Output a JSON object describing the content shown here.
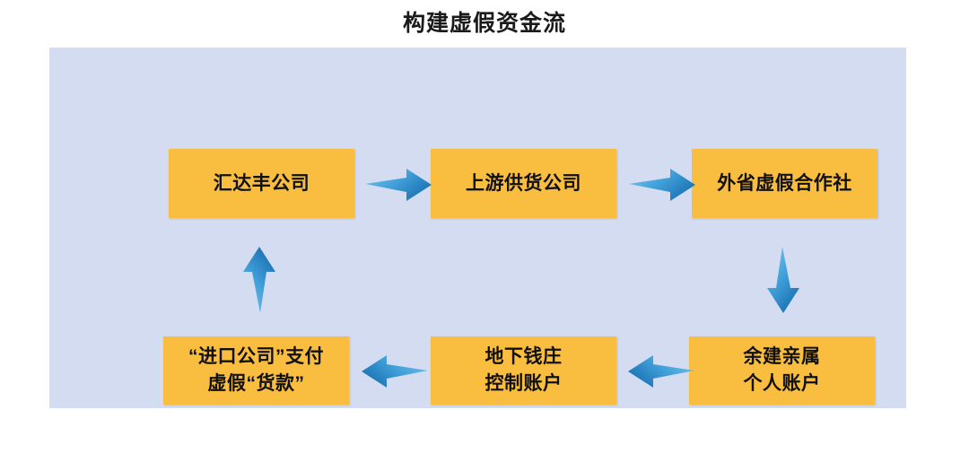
{
  "diagram": {
    "title": "构建虚假资金流",
    "panel_color": "#d4dcf2",
    "node_color": "#f9bd3f",
    "arrow_color_light": "#58b4e6",
    "arrow_color_dark": "#1f7fc0",
    "nodes": [
      {
        "id": "huidafeng",
        "label": "汇达丰公司",
        "row": "top",
        "col": 1
      },
      {
        "id": "supplier",
        "label": "上游供货公司",
        "row": "top",
        "col": 2
      },
      {
        "id": "coop",
        "label": "外省虚假合作社",
        "row": "top",
        "col": 3
      },
      {
        "id": "relatives",
        "label": "余建亲属\n个人账户",
        "row": "bottom",
        "col": 3
      },
      {
        "id": "bank",
        "label": "地下钱庄\n控制账户",
        "row": "bottom",
        "col": 2
      },
      {
        "id": "import",
        "label": "“进口公司”支付\n虚假“货款”",
        "row": "bottom",
        "col": 1
      }
    ],
    "arrows": [
      {
        "id": "a1",
        "from": "huidafeng",
        "to": "supplier",
        "direction": "right"
      },
      {
        "id": "a2",
        "from": "supplier",
        "to": "coop",
        "direction": "right"
      },
      {
        "id": "a3",
        "from": "coop",
        "to": "relatives",
        "direction": "down"
      },
      {
        "id": "a4",
        "from": "relatives",
        "to": "bank",
        "direction": "left"
      },
      {
        "id": "a5",
        "from": "bank",
        "to": "import",
        "direction": "left"
      },
      {
        "id": "a6",
        "from": "import",
        "to": "huidafeng",
        "direction": "up"
      }
    ]
  }
}
